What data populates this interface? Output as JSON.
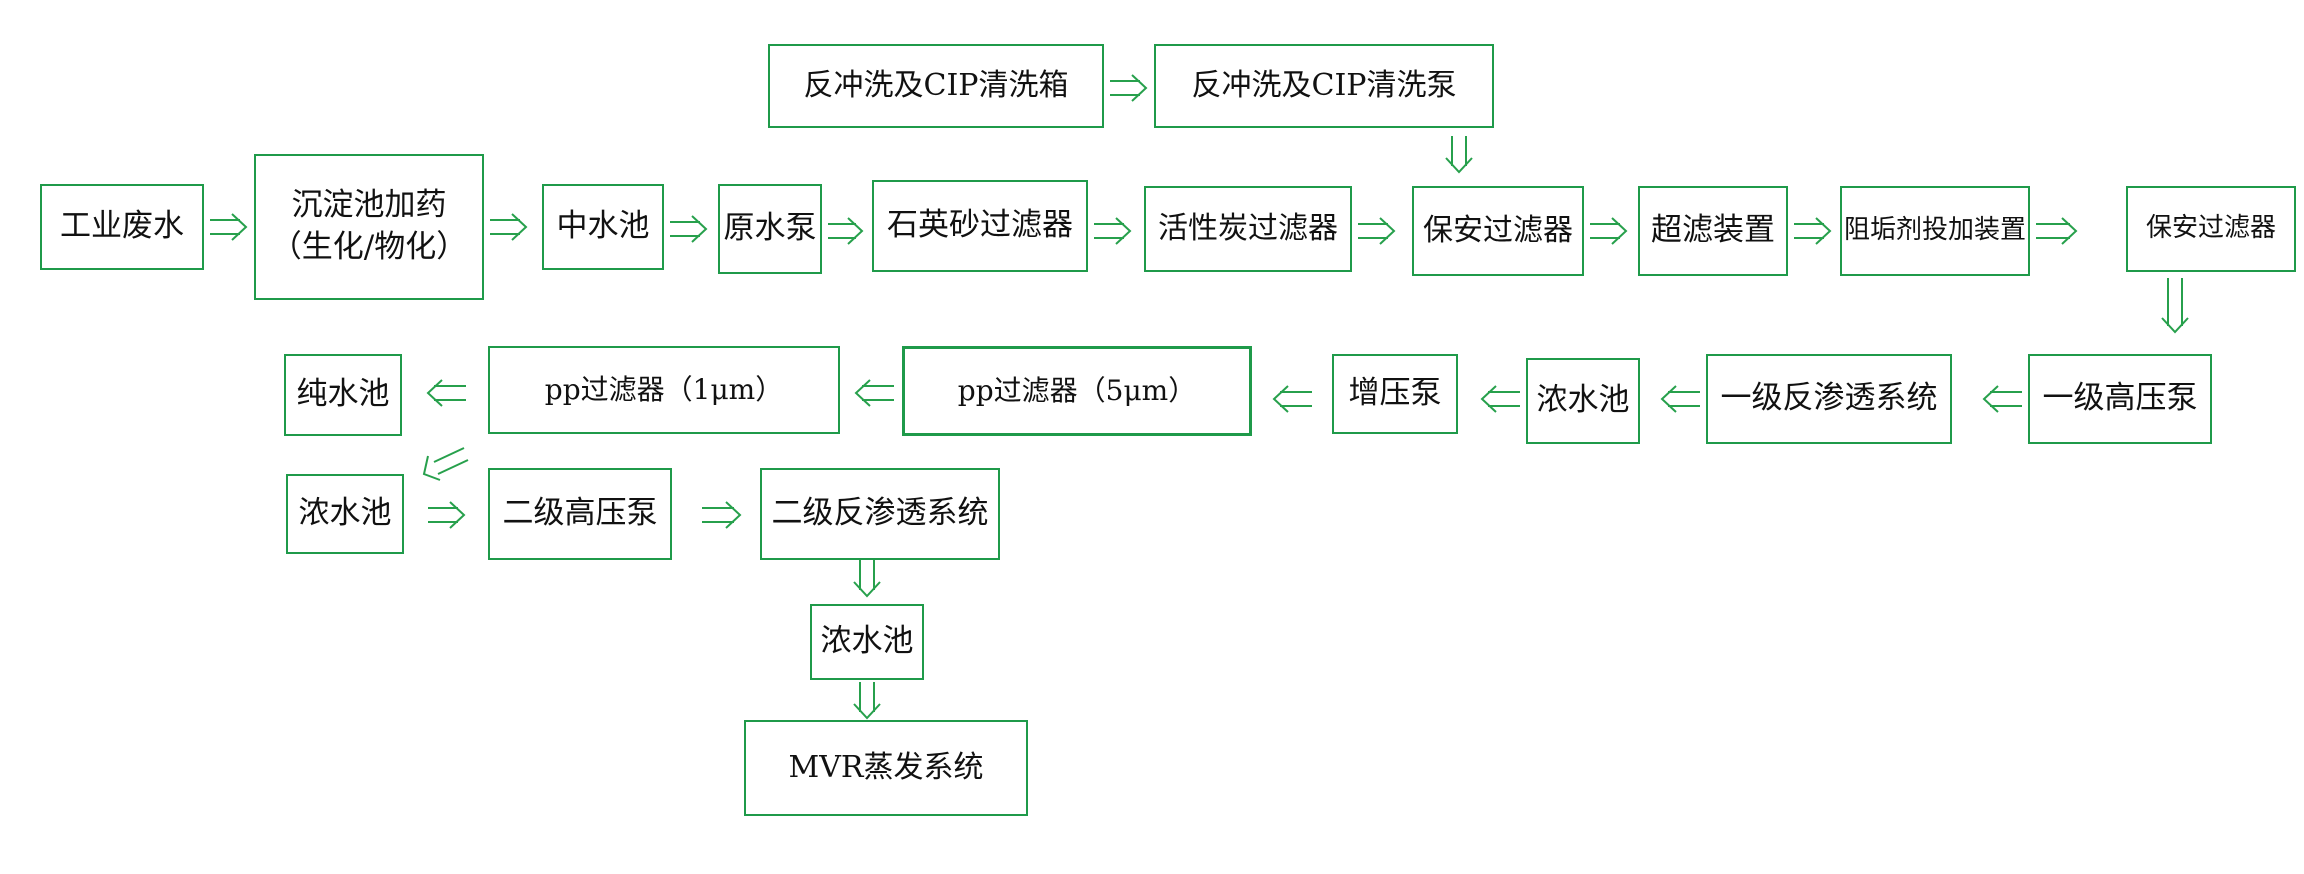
{
  "nodes": {
    "backwash_tank": "反冲洗及CIP清洗箱",
    "backwash_pump": "反冲洗及CIP清洗泵",
    "industrial_wastewater": "工业废水",
    "sedimentation_line1": "沉淀池加药",
    "sedimentation_line2": "（生化/物化）",
    "middle_pool": "中水池",
    "raw_water_pump": "原水泵",
    "quartz_sand_filter": "石英砂过滤器",
    "activated_carbon_filter": "活性炭过滤器",
    "security_filter_1": "保安过滤器",
    "ultrafiltration": "超滤装置",
    "antiscalant_dosing": "阻垢剂投加装置",
    "security_filter_2": "保安过滤器",
    "primary_hp_pump": "一级高压泵",
    "primary_ro": "一级反渗透系统",
    "concentrate_pool_1": "浓水池",
    "booster_pump": "增压泵",
    "pp_filter_5um": "pp过滤器（5μm）",
    "pp_filter_1um": "pp过滤器（1μm）",
    "pure_water_pool": "纯水池",
    "concentrate_pool_2": "浓水池",
    "secondary_hp_pump": "二级高压泵",
    "secondary_ro": "二级反渗透系统",
    "concentrate_pool_3": "浓水池",
    "mvr": "MVR蒸发系统"
  },
  "colors": {
    "border": "#1f9a4a",
    "arrow": "#27a04c",
    "text": "#111111"
  }
}
